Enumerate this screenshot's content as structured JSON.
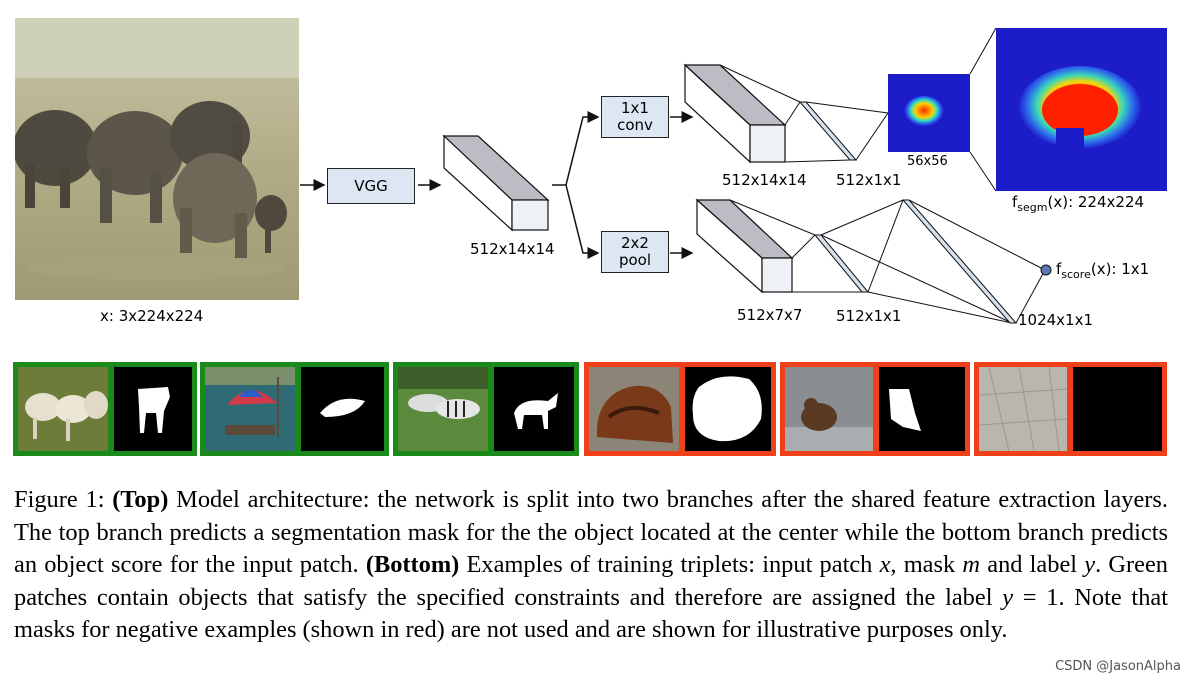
{
  "diagram": {
    "input_label": "x: 3x224x224",
    "vgg_label": "VGG",
    "shared_feature_label": "512x14x14",
    "conv_label": "1x1\nconv",
    "pool_label": "2x2\npool",
    "top_block_label": "512x14x14",
    "top_vector_label": "512x1x1",
    "small_map_label": "56x56",
    "segm_label_prefix": "f",
    "segm_label_sub": "segm",
    "segm_label_suffix": "(x): 224x224",
    "bottom_block_label": "512x7x7",
    "bottom_vector_label": "512x1x1",
    "fc_label": "1024x1x1",
    "score_label_prefix": "f",
    "score_label_sub": "score",
    "score_label_suffix": "(x): 1x1"
  },
  "examples": [
    {
      "label": "positive",
      "color": "#1a8a1a",
      "content": "sheep"
    },
    {
      "label": "positive",
      "color": "#1a8a1a",
      "content": "umbrella boat"
    },
    {
      "label": "positive",
      "color": "#1a8a1a",
      "content": "zebras"
    },
    {
      "label": "negative",
      "color": "#f0401a",
      "content": "backpack"
    },
    {
      "label": "negative",
      "color": "#f0401a",
      "content": "bear"
    },
    {
      "label": "negative",
      "color": "#f0401a",
      "content": "pavement"
    }
  ],
  "caption": {
    "fig": "Figure 1: ",
    "top_bold": "(Top)",
    "part1": " Model architecture: the network is split into two branches after the shared feature extraction layers. The top branch predicts a segmentation mask for the the object located at the center while the bottom branch predicts an object score for the input patch. ",
    "bottom_bold": "(Bottom)",
    "part2": " Examples of training triplets: input patch ",
    "var_x": "x",
    "part3": ", mask ",
    "var_m": "m",
    "part4": " and label ",
    "var_y": "y",
    "part5": ". Green patches contain objects that satisfy the specified constraints and therefore are assigned the label ",
    "var_y2": "y",
    "part6": " = 1. Note that masks for negative examples (shown in red) are not used and are shown for illustrative purposes only."
  },
  "watermark": "CSDN @JasonAlpha",
  "colors": {
    "box_fill": "#dde7f3",
    "green_border": "#1a8a1a",
    "red_border": "#f0401a",
    "heatmap_bg": "#1c1cc8"
  }
}
